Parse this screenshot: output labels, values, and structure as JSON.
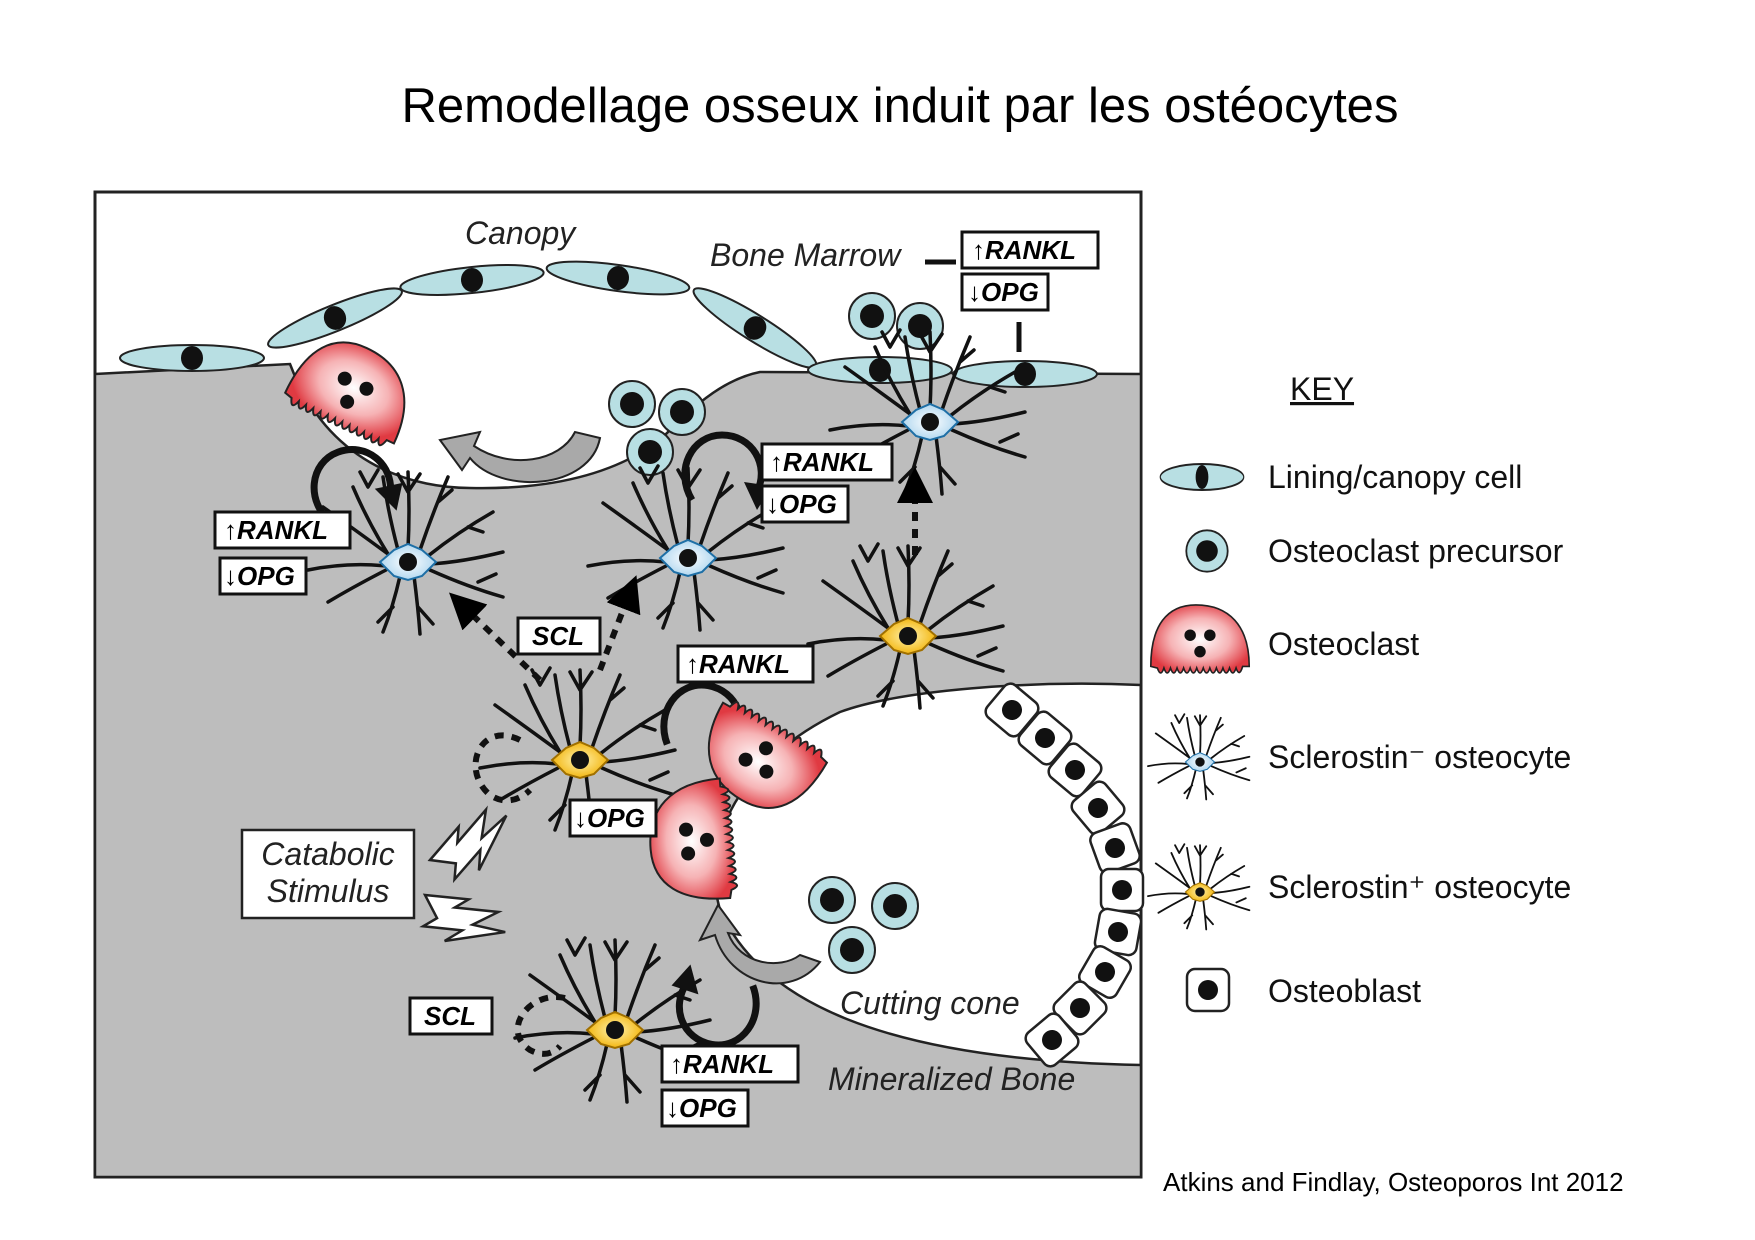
{
  "title": "Remodellage osseux induit par les ostéocytes",
  "citation": "Atkins and Findlay, Osteoporos Int 2012",
  "labels": {
    "canopy": "Canopy",
    "bone_marrow": "Bone Marrow",
    "cutting_cone": "Cutting cone",
    "mineralized_bone": "Mineralized Bone",
    "catabolic_line1": "Catabolic",
    "catabolic_line2": "Stimulus"
  },
  "signals": {
    "rankl_up": "↑RANKL",
    "opg_down": "↓OPG",
    "scl": "SCL"
  },
  "key": {
    "heading": "KEY",
    "items": [
      {
        "label": "Lining/canopy cell"
      },
      {
        "label": "Osteoclast precursor"
      },
      {
        "label": "Osteoclast"
      },
      {
        "label": "Sclerostin⁻ osteocyte"
      },
      {
        "label": "Sclerostin⁺ osteocyte"
      },
      {
        "label": "Osteoblast"
      }
    ]
  },
  "colors": {
    "bone": "#bdbdbd",
    "lining_cell": "#b8dfe3",
    "osteoclast": "#e5484d",
    "sclerostin_pos": "#f5b800",
    "sclerostin_neg": "#cfe7f5"
  }
}
